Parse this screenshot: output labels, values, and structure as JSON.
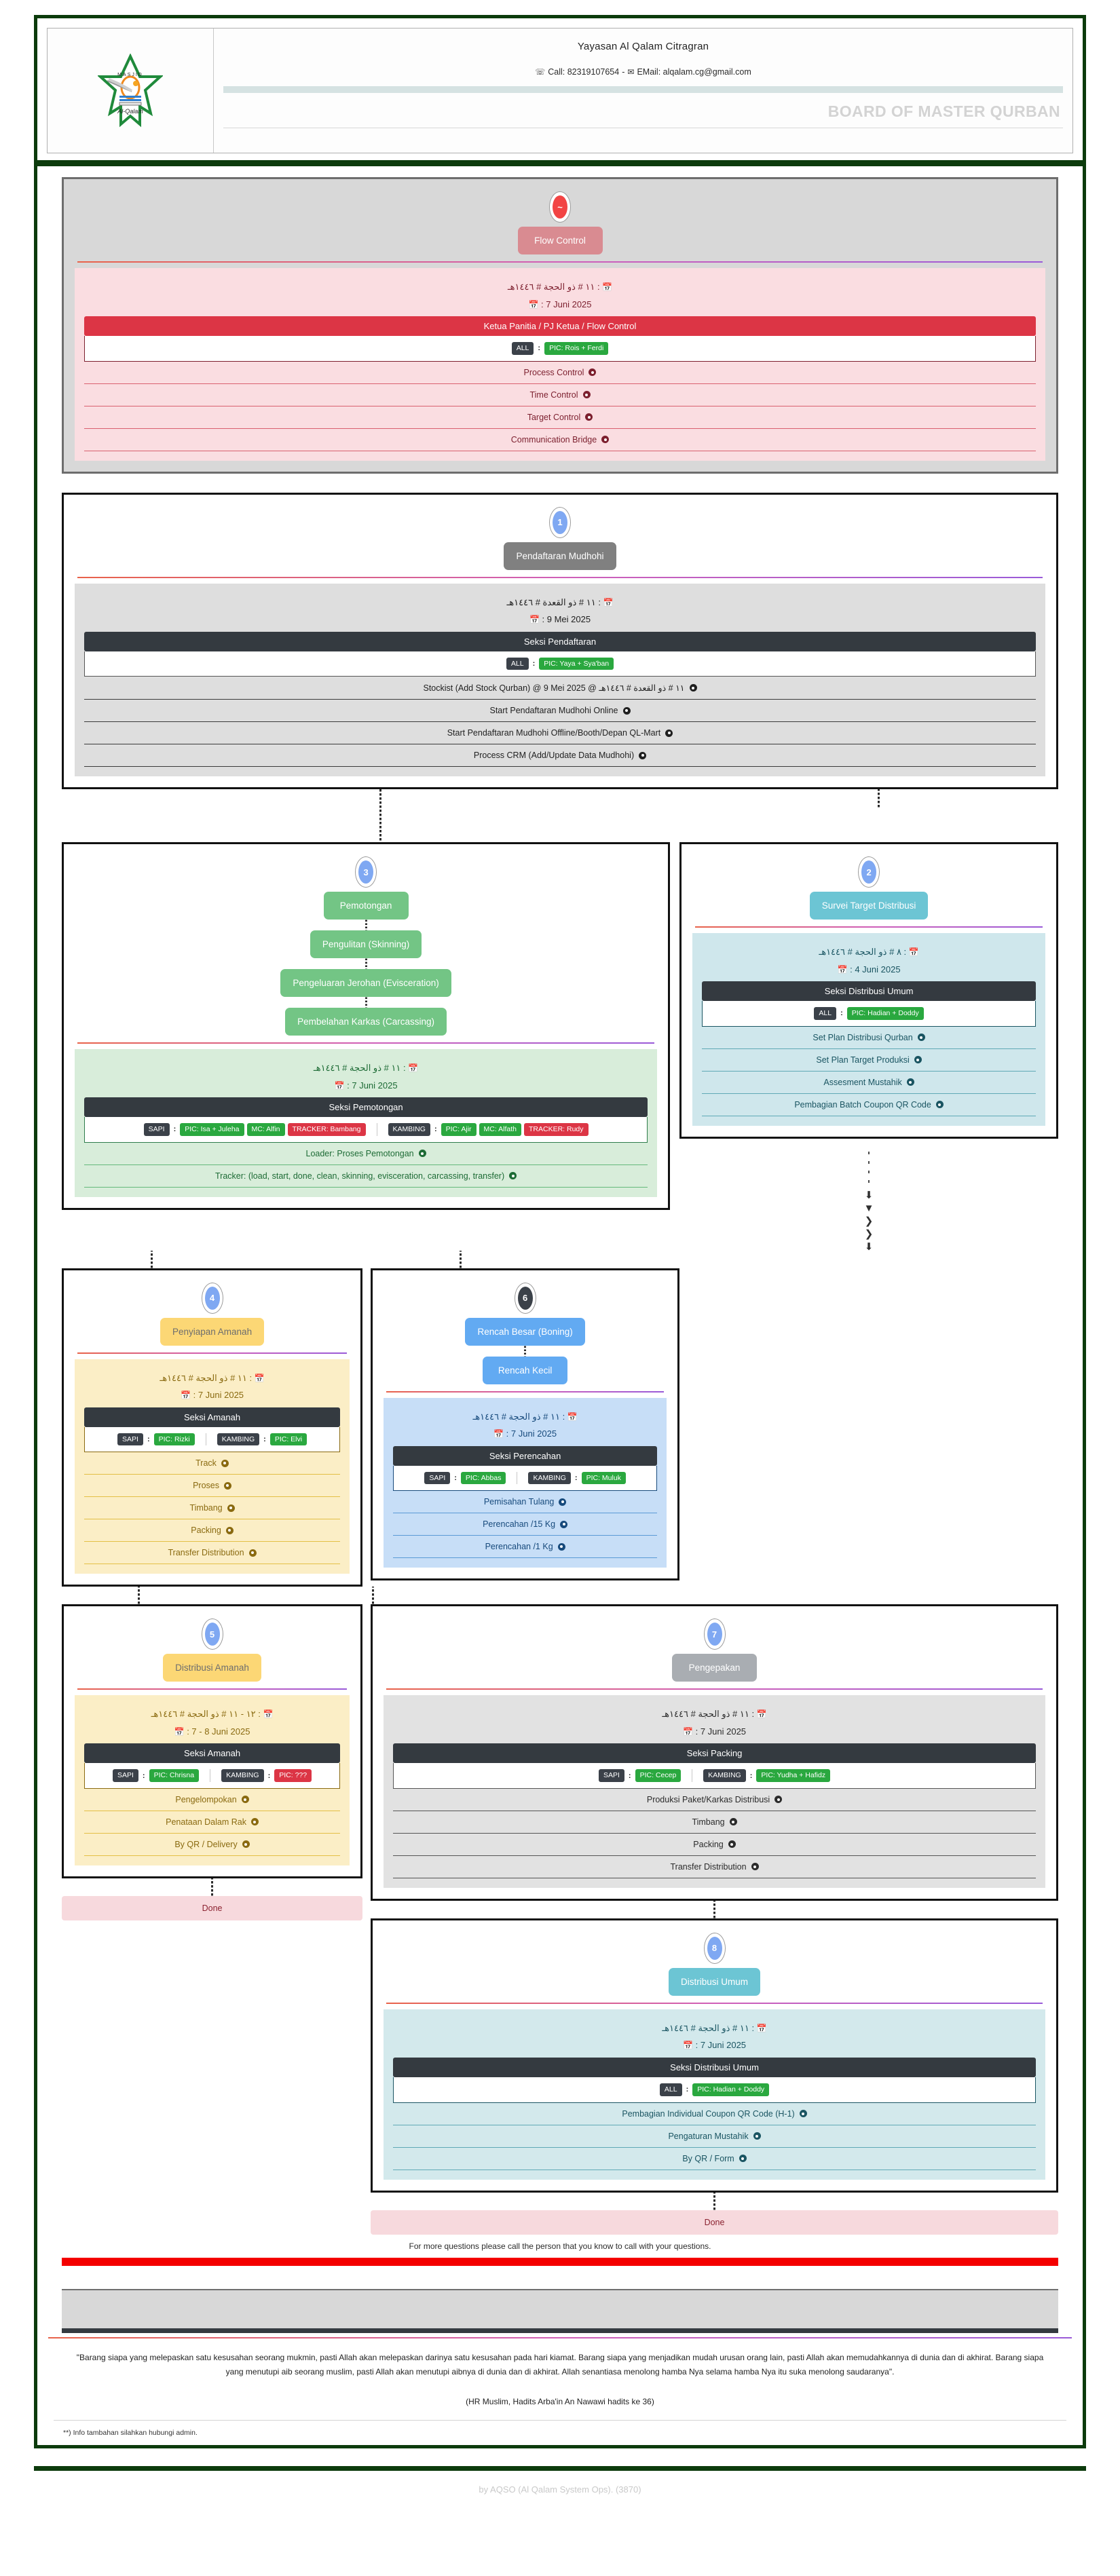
{
  "header": {
    "org_title": "Yayasan Al Qalam Citragran",
    "phone_icon": "phone-icon",
    "call_label": "Call: 82319107654",
    "separator": "-",
    "mail_icon": "envelope-icon",
    "email_label": "EMail: alqalam.cg@gmail.com",
    "board_title": "BOARD OF MASTER QURBAN",
    "logo_alt": "Masjid Al-Qalam logo"
  },
  "flow_control": {
    "badge": "~",
    "pill_label": "Flow Control",
    "hijri_date": "١١ # ذو الحجة # ١٤٤٦هـ",
    "greg_date": "7 Juni 2025",
    "section_head": "Ketua Panitia / PJ Ketua / Flow Control",
    "pic_groups": [
      {
        "animal": "ALL",
        "pics": [
          {
            "text": "PIC: Rois + Ferdi",
            "color": "green"
          }
        ]
      }
    ],
    "tasks": [
      "Process Control",
      "Time Control",
      "Target Control",
      "Communication Bridge"
    ]
  },
  "steps": [
    {
      "id": "1",
      "pill_label": "Pendaftaran Mudhohi",
      "pill_color": "grey",
      "theme": "grey",
      "hijri_date": "١١ # ذو القعدة # ١٤٤٦هـ",
      "greg_date": "9 Mei 2025",
      "section_head": "Seksi Pendaftaran",
      "pic_groups": [
        {
          "animal": "ALL",
          "pics": [
            {
              "text": "PIC: Yaya + Sya'ban",
              "color": "green"
            }
          ]
        }
      ],
      "tasks": [
        "Stockist (Add Stock Qurban) @ 9 Mei 2025 @ ١١ # ذو القعدة # ١٤٤٦هـ",
        "Start Pendaftaran Mudhohi Online",
        "Start Pendaftaran Mudhohi Offline/Booth/Depan QL-Mart",
        "Process CRM (Add/Update Data Mudhohi)"
      ]
    },
    {
      "id": "2",
      "pill_label": "Survei Target Distribusi",
      "pill_color": "teal",
      "theme": "ice",
      "hijri_date": "٨ # ذو الحجة # ١٤٤٦هـ",
      "greg_date": "4 Juni 2025",
      "section_head": "Seksi Distribusi Umum",
      "pic_groups": [
        {
          "animal": "ALL",
          "pics": [
            {
              "text": "PIC: Hadian + Doddy",
              "color": "green"
            }
          ]
        }
      ],
      "tasks": [
        "Set Plan Distribusi Qurban",
        "Set Plan Target Produksi",
        "Assesment Mustahik",
        "Pembagian Batch Coupon QR Code"
      ]
    },
    {
      "id": "3",
      "pill_label": "Pemotongan",
      "pill_color": "green",
      "theme": "mint",
      "sub_pills": [
        "Pengulitan (Skinning)",
        "Pengeluaran Jerohan (Evisceration)",
        "Pembelahan Karkas (Carcassing)"
      ],
      "hijri_date": "١١ # ذو الحجة # ١٤٤٦هـ",
      "greg_date": "7 Juni 2025",
      "section_head": "Seksi Pemotongan",
      "pic_groups": [
        {
          "animal": "SAPI",
          "pics": [
            {
              "text": "PIC: Isa + Juleha",
              "color": "green"
            },
            {
              "text": "MC: Alfin",
              "color": "green"
            },
            {
              "text": "TRACKER: Bambang",
              "color": "red"
            }
          ]
        },
        {
          "animal": "KAMBING",
          "pics": [
            {
              "text": "PIC: Ajir",
              "color": "green"
            },
            {
              "text": "MC: Alfath",
              "color": "green"
            },
            {
              "text": "TRACKER: Rudy",
              "color": "red"
            }
          ]
        }
      ],
      "tasks": [
        "Loader: Proses Pemotongan",
        "Tracker: (load, start, done, clean, skinning, evisceration, carcassing, transfer)"
      ]
    },
    {
      "id": "4",
      "pill_label": "Penyiapan Amanah",
      "pill_color": "amber",
      "theme": "cream",
      "hijri_date": "١١ # ذو الحجة # ١٤٤٦هـ",
      "greg_date": "7 Juni 2025",
      "section_head": "Seksi Amanah",
      "pic_groups": [
        {
          "animal": "SAPI",
          "pics": [
            {
              "text": "PIC: Rizki",
              "color": "green"
            }
          ]
        },
        {
          "animal": "KAMBING",
          "pics": [
            {
              "text": "PIC: Elvi",
              "color": "green"
            }
          ]
        }
      ],
      "tasks": [
        "Track",
        "Proses",
        "Timbang",
        "Packing",
        "Transfer Distribution"
      ]
    },
    {
      "id": "5",
      "pill_label": "Distribusi Amanah",
      "pill_color": "amber",
      "theme": "cream",
      "hijri_date": "١٢ - ١١ # ذو الحجة # ١٤٤٦هـ",
      "greg_date": "7 - 8 Juni 2025",
      "section_head": "Seksi Amanah",
      "pic_groups": [
        {
          "animal": "SAPI",
          "pics": [
            {
              "text": "PIC: Chrisna",
              "color": "green"
            }
          ]
        },
        {
          "animal": "KAMBING",
          "pics": [
            {
              "text": "PIC: ???",
              "color": "red"
            }
          ]
        }
      ],
      "tasks": [
        "Pengelompokan",
        "Penataan Dalam Rak",
        "By QR / Delivery"
      ],
      "done_label": "Done"
    },
    {
      "id": "6",
      "pill_label": "Rencah Besar (Boning)",
      "pill_color": "blue",
      "theme": "sky",
      "badge_style": "dark",
      "sub_pills": [
        "Rencah Kecil"
      ],
      "hijri_date": "١١ # ذو الحجة # ١٤٤٦هـ",
      "greg_date": "7 Juni 2025",
      "section_head": "Seksi Perencahan",
      "pic_groups": [
        {
          "animal": "SAPI",
          "pics": [
            {
              "text": "PIC: Abbas",
              "color": "green"
            }
          ]
        },
        {
          "animal": "KAMBING",
          "pics": [
            {
              "text": "PIC: Muluk",
              "color": "green"
            }
          ]
        }
      ],
      "tasks": [
        "Pemisahan Tulang",
        "Perencahan /15 Kg",
        "Perencahan /1 Kg"
      ]
    },
    {
      "id": "7",
      "pill_label": "Pengepakan",
      "pill_color": "silver",
      "theme": "silver",
      "hijri_date": "١١ # ذو الحجة # ١٤٤٦هـ",
      "greg_date": "7 Juni 2025",
      "section_head": "Seksi Packing",
      "pic_groups": [
        {
          "animal": "SAPI",
          "pics": [
            {
              "text": "PIC: Cecep",
              "color": "green"
            }
          ]
        },
        {
          "animal": "KAMBING",
          "pics": [
            {
              "text": "PIC: Yudha + Hafidz",
              "color": "green"
            }
          ]
        }
      ],
      "tasks": [
        "Produksi Paket/Karkas Distribusi",
        "Timbang",
        "Packing",
        "Transfer Distribution"
      ]
    },
    {
      "id": "8",
      "pill_label": "Distribusi Umum",
      "pill_color": "teal",
      "theme": "ice",
      "hijri_date": "١١ # ذو الحجة # ١٤٤٦هـ",
      "greg_date": "7 Juni 2025",
      "section_head": "Seksi Distribusi Umum",
      "pic_groups": [
        {
          "animal": "ALL",
          "pics": [
            {
              "text": "PIC: Hadian + Doddy",
              "color": "green"
            }
          ]
        }
      ],
      "tasks": [
        "Pembagian Individual Coupon QR Code (H-1)",
        "Pengaturan Mustahik",
        "By QR / Form"
      ],
      "done_label": "Done"
    }
  ],
  "footer": {
    "question_note": "For more questions please call the person that you know to call with your questions.",
    "hadith": "\"Barang siapa yang melepaskan satu kesusahan seorang mukmin, pasti Allah akan melepaskan darinya satu kesusahan pada hari kiamat. Barang siapa yang menjadikan mudah urusan orang lain, pasti Allah akan memudahkannya di dunia dan di akhirat. Barang siapa yang menutupi aib seorang muslim, pasti Allah akan menutupi aibnya di dunia dan di akhirat. Allah senantiasa menolong hamba Nya selama hamba Nya itu suka menolong saudaranya\".",
    "hadith_source": "(HR Muslim, Hadits Arba'in An Nawawi hadits ke 36)",
    "admin_note": "**) Info tambahan silahkan hubungi admin.",
    "credit": "by AQSO (Al Qalam System Ops). (3870)"
  }
}
